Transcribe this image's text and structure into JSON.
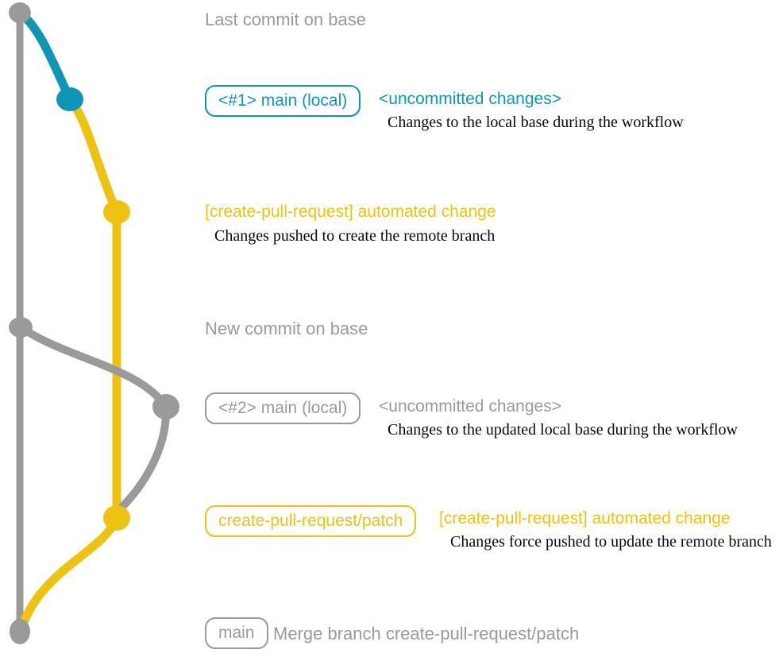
{
  "colors": {
    "base_gray": "#9a9a9a",
    "teal": "#1095b7",
    "yellow": "#eec211",
    "description_black": "#0a0a0a",
    "background": "#ffffff"
  },
  "graph": {
    "commits": [
      {
        "id": "last-commit-on-base",
        "color": "gray"
      },
      {
        "id": "uncommitted-1",
        "color": "teal"
      },
      {
        "id": "automated-change-1",
        "color": "yellow"
      },
      {
        "id": "new-commit-on-base",
        "color": "gray"
      },
      {
        "id": "uncommitted-2",
        "color": "gray"
      },
      {
        "id": "automated-change-2",
        "color": "yellow"
      },
      {
        "id": "merge-commit",
        "color": "gray"
      }
    ]
  },
  "annotations": {
    "heading1": "Last commit on base",
    "row1": {
      "badge": "<#1> main (local)",
      "side": "<uncommitted changes>",
      "desc": "Changes to the local base during the workflow"
    },
    "row2": {
      "title": "[create-pull-request] automated change",
      "desc": "Changes pushed to create the remote branch"
    },
    "heading2": "New commit on base",
    "row3": {
      "badge": "<#2> main (local)",
      "side": "<uncommitted changes>",
      "desc": "Changes to the updated local base during the workflow"
    },
    "row4": {
      "badge": "create-pull-request/patch",
      "side": "[create-pull-request] automated change",
      "desc": "Changes force pushed to update the remote branch"
    },
    "row5": {
      "badge": "main",
      "side": "Merge branch create-pull-request/patch"
    }
  }
}
